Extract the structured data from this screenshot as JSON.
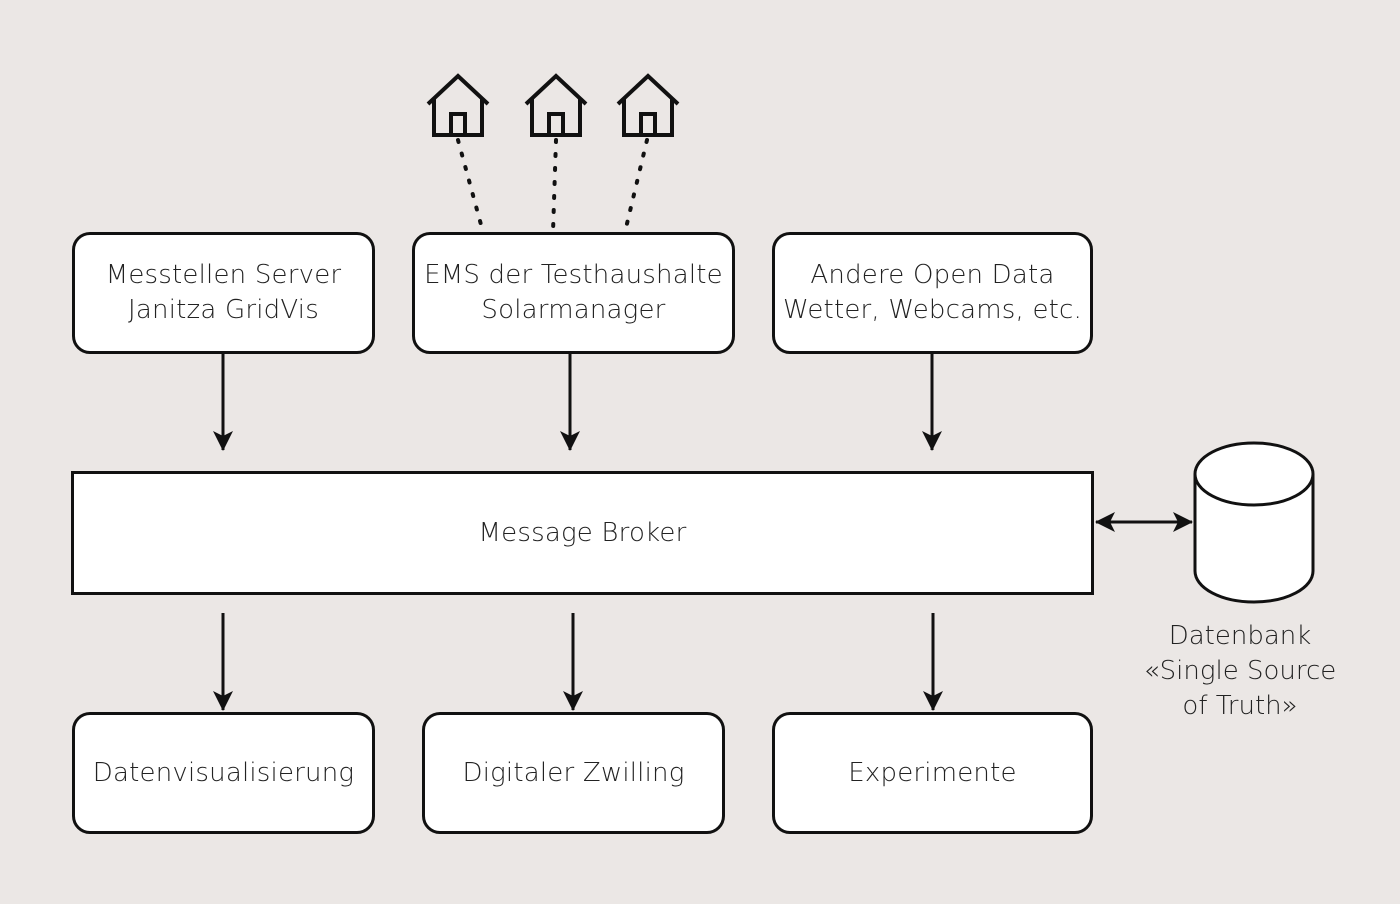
{
  "sources": [
    {
      "line1": "Messtellen Server",
      "line2": "Janitza GridVis"
    },
    {
      "line1": "EMS der Testhaushalte",
      "line2": "Solarmanager"
    },
    {
      "line1": "Andere Open Data",
      "line2": "Wetter, Webcams, etc."
    }
  ],
  "broker": {
    "label": "Message Broker"
  },
  "outputs": [
    {
      "label": "Datenvisualisierung"
    },
    {
      "label": "Digitaler Zwilling"
    },
    {
      "label": "Experimente"
    }
  ],
  "database": {
    "line1": "Datenbank",
    "line2": "«Single Source",
    "line3": "of Truth»"
  },
  "houses": {
    "count": 3,
    "icon": "house-icon",
    "link_style": "dotted"
  },
  "colors": {
    "background": "#ebe7e5",
    "stroke": "#111111",
    "box_fill": "#ffffff"
  }
}
